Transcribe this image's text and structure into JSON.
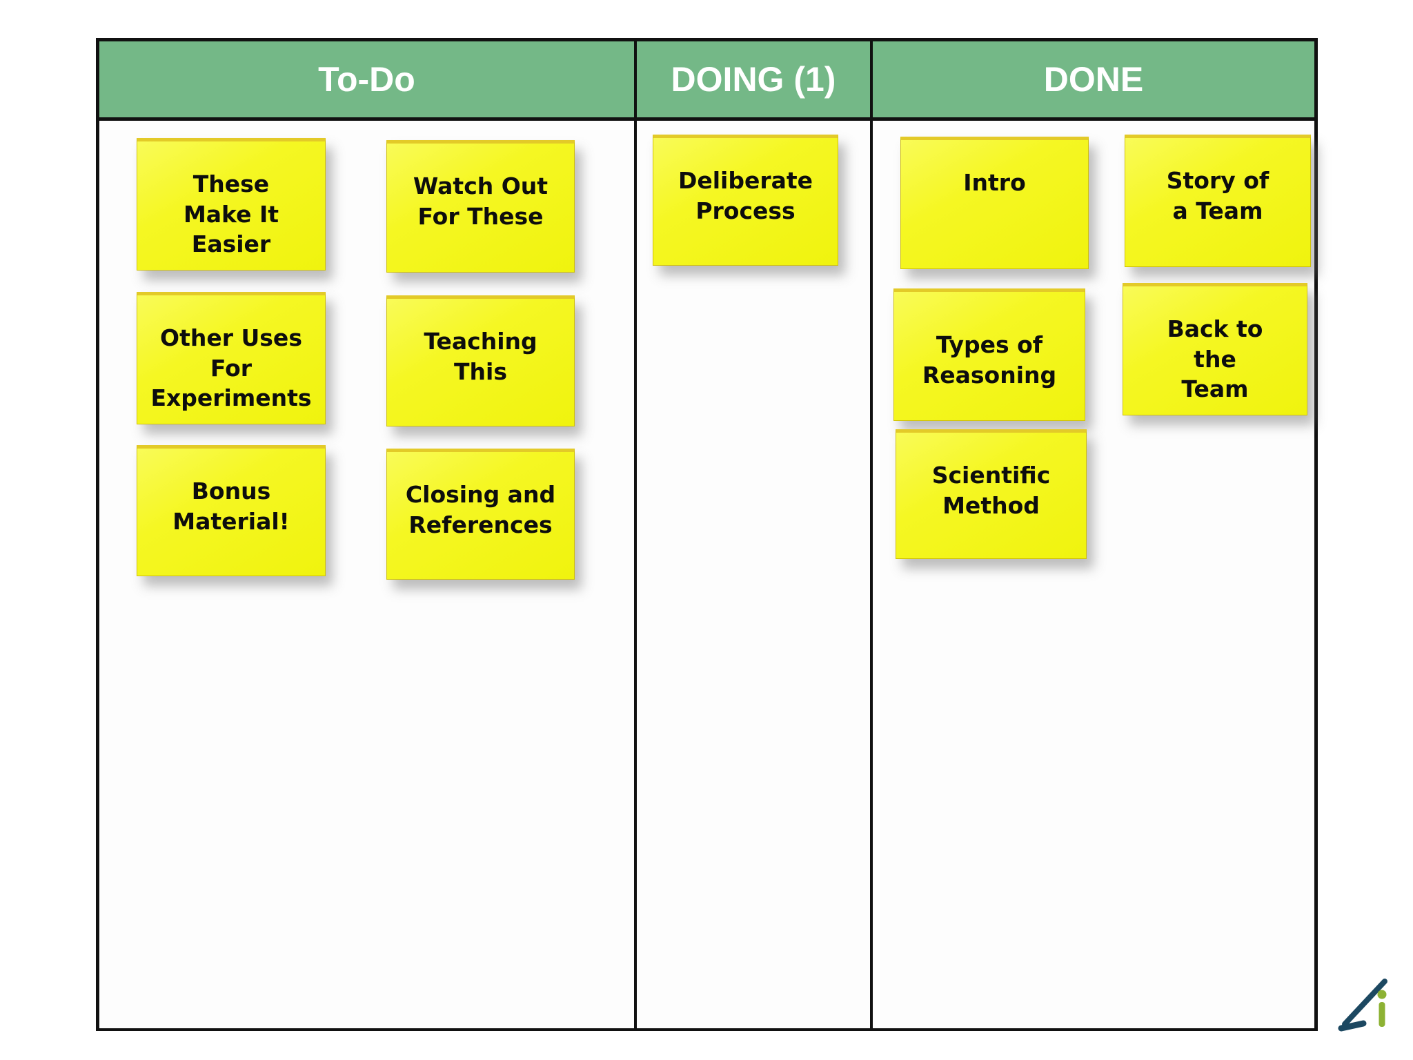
{
  "board": {
    "columns": [
      {
        "label": "To-Do",
        "notes": [
          {
            "text": "These\nMake It\nEasier"
          },
          {
            "text": "Watch Out\nFor These"
          },
          {
            "text": "Other Uses\nFor\nExperiments"
          },
          {
            "text": "Teaching\nThis"
          },
          {
            "text": "Bonus\nMaterial!"
          },
          {
            "text": "Closing and\nReferences"
          }
        ]
      },
      {
        "label": "DOING (1)",
        "notes": [
          {
            "text": "Deliberate\nProcess"
          }
        ]
      },
      {
        "label": "DONE",
        "notes": [
          {
            "text": "Intro"
          },
          {
            "text": "Story of\na Team"
          },
          {
            "text": "Types of\nReasoning"
          },
          {
            "text": "Back to\nthe\nTeam"
          },
          {
            "text": "Scientific\nMethod"
          }
        ]
      }
    ]
  },
  "colors": {
    "header_green": "#74b887",
    "note_yellow": "#f2f512",
    "note_edge": "#e3ca28",
    "border_black": "#111111",
    "logo_navy": "#1c4861",
    "logo_green": "#8db234"
  },
  "icons": {
    "logo": "angle-arrow-i-logo"
  }
}
